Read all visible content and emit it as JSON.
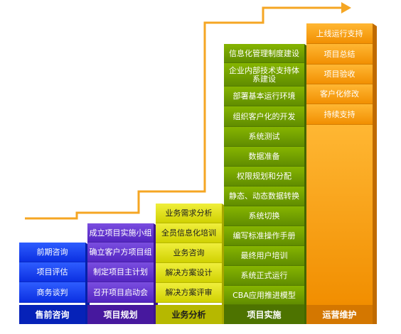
{
  "columns": [
    {
      "footer": "售前咨询",
      "items": [
        "前期咨询",
        "项目评估",
        "商务谈判"
      ]
    },
    {
      "footer": "项目规划",
      "items": [
        "成立项目实施小组",
        "确立客户方项目组",
        "制定项目主计划",
        "召开项目启动会"
      ]
    },
    {
      "footer": "业务分析",
      "items": [
        "业务需求分析",
        "全员信息化培训",
        "业务咨询",
        "解决方案设计",
        "解决方案评审"
      ]
    },
    {
      "footer": "项目实施",
      "items": [
        "信息化管理制度建设",
        "企业内部技术支持体系建设",
        "部署基本运行环境",
        "组织客户化的开发",
        "系统测试",
        "数据准备",
        "权限规划和分配",
        "静态、动态数据转换",
        "系统切换",
        "编写标准操作手册",
        "最终用户培训",
        "系统正式运行",
        "CBA应用推进模型"
      ]
    },
    {
      "footer": "运营维护",
      "items": [
        "上线运行支持",
        "项目总结",
        "项目验收",
        "客户化修改",
        "持续支持"
      ]
    }
  ],
  "colors": {
    "arrow": "#f5a623",
    "blue": "#0a2ee0",
    "purple": "#5224bf",
    "yellow": "#cfd000",
    "green": "#5f8b00",
    "orange": "#f18e00"
  }
}
